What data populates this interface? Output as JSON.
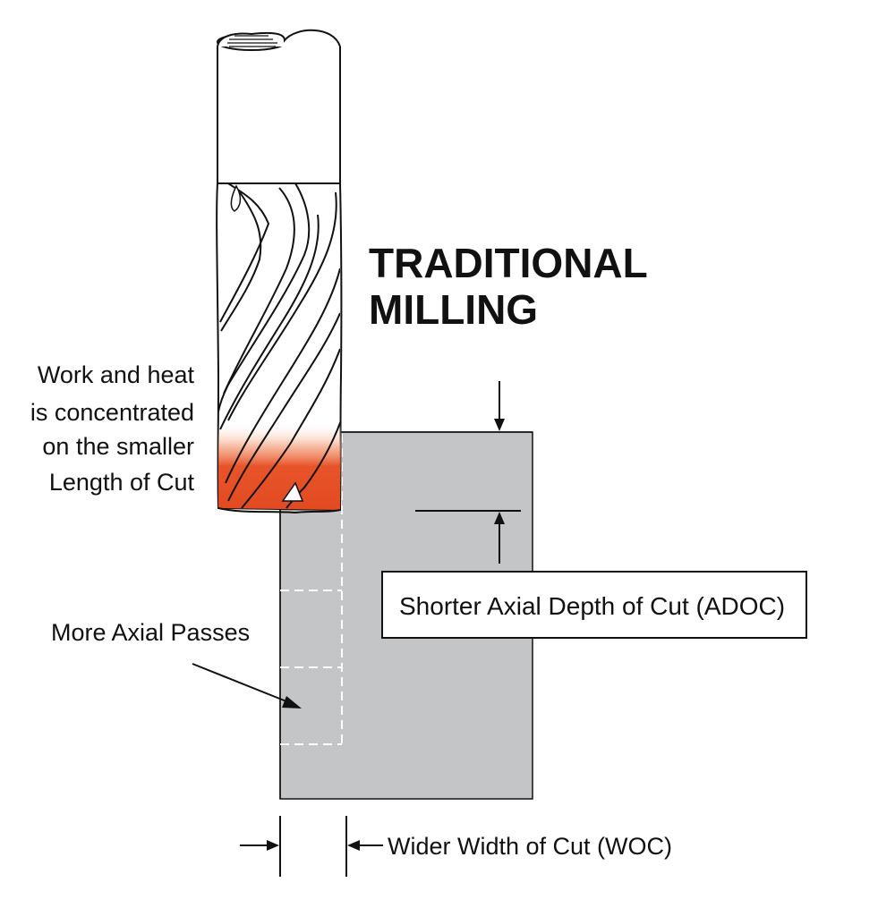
{
  "title": {
    "line1": "TRADITIONAL",
    "line2": "MILLING"
  },
  "labels": {
    "heat_line1": "Work and heat",
    "heat_line2": "is concentrated",
    "heat_line3": "on the smaller",
    "heat_line4": "Length of Cut",
    "axial_passes": "More Axial Passes",
    "adoc": "Shorter Axial Depth of Cut (ADOC)",
    "woc": "Wider Width of Cut (WOC)"
  },
  "colors": {
    "workpiece": "#c4c5c7",
    "heat": "#e8542a",
    "ink": "#111111",
    "dashed_pass": "#ffffff"
  }
}
